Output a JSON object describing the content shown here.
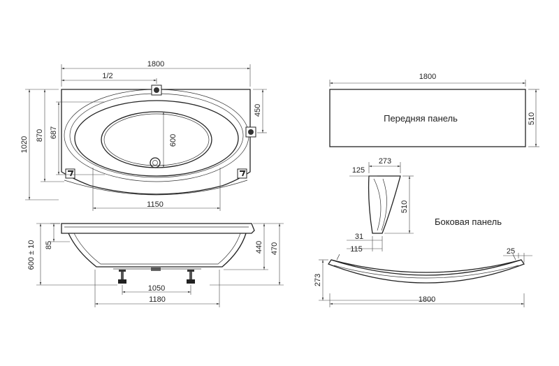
{
  "top_view": {
    "width": "1800",
    "half": "1/2",
    "height_total": "1020",
    "height_inner": "870",
    "bowl_length": "687",
    "bowl_depth": "600",
    "side_offset": "450",
    "bottom_length": "1150"
  },
  "side_view": {
    "rim_height": "85",
    "overall_height": "600 ± 10",
    "depth_a": "440",
    "depth_b": "470",
    "feet_span": "1050",
    "base_span": "1180"
  },
  "front_panel": {
    "title": "Передняя панель",
    "width": "1800",
    "height": "510"
  },
  "side_panel": {
    "title": "Боковая панель",
    "top_width": "273",
    "top_offset": "125",
    "height": "510",
    "bottom_a": "31",
    "bottom_b": "115"
  },
  "curved_panel": {
    "height": "273",
    "width": "1800",
    "edge": "25"
  }
}
